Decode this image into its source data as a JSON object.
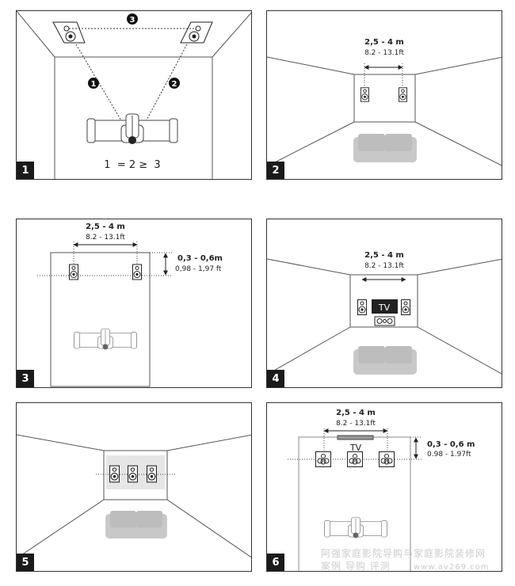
{
  "panels": [
    {
      "number": "1",
      "markers": [
        "1",
        "2",
        "3"
      ],
      "equation": "1  = 2 ≥  3"
    },
    {
      "number": "2",
      "width_m": "2,5 - 4 m",
      "width_ft": "8.2 - 13.1ft"
    },
    {
      "number": "3",
      "width_m": "2,5 - 4 m",
      "width_ft": "8.2 - 13.1ft",
      "height_m": "0,3 - 0,6m",
      "height_ft": "0,98 - 1,97 ft"
    },
    {
      "number": "4",
      "width_m": "2,5 - 4 m",
      "width_ft": "8.2 - 13.1ft",
      "tv": "TV"
    },
    {
      "number": "5"
    },
    {
      "number": "6",
      "width_m": "2,5 - 4 m",
      "width_ft": "8.2 - 13.1ft",
      "tv": "TV",
      "height_m": "0,3 - 0,6 m",
      "height_ft": "0.98 - 1.97ft"
    }
  ],
  "watermark": {
    "line1": "阿强家庭影院导购与家庭影院装修网",
    "line2": "案例 导购 评测",
    "url": "www.av269.com"
  }
}
